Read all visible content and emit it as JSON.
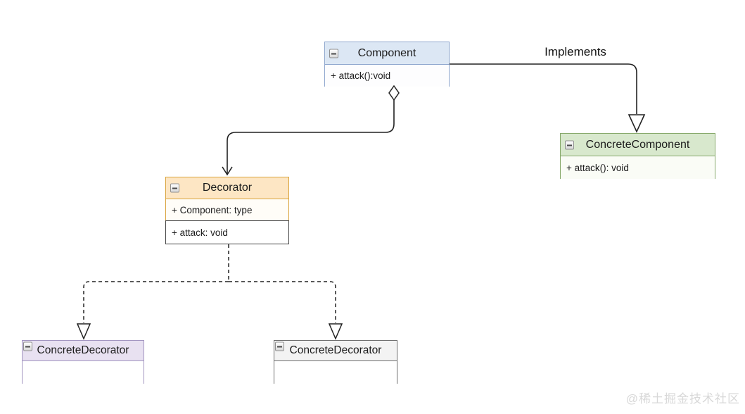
{
  "classes": {
    "component": {
      "name": "Component",
      "members": [
        "+ attack():void"
      ],
      "header_color": "#dce7f4",
      "border_color": "#8fa7ce"
    },
    "concrete_component": {
      "name": "ConcreteComponent",
      "members": [
        "+ attack(): void"
      ],
      "header_color": "#d8e8cd",
      "border_color": "#87a96b"
    },
    "decorator": {
      "name": "Decorator",
      "attributes": [
        "+ Component: type"
      ],
      "methods": [
        "+ attack: void"
      ],
      "header_color": "#fde6c4",
      "border_color": "#d9a33c",
      "method_border_color": "#454545"
    },
    "concrete_decorator_left": {
      "name": "ConcreteDecorator",
      "members": [],
      "header_color": "#e8e1f1",
      "border_color": "#a295c0"
    },
    "concrete_decorator_mid": {
      "name": "ConcreteDecorator",
      "members": [],
      "header_color": "#f3f3f3",
      "border_color": "#6e6e6e"
    }
  },
  "relationships": {
    "implements_label": "Implements",
    "types": [
      "realization (solid, hollow triangle)",
      "aggregation (hollow diamond, open arrow)",
      "realization (dashed, hollow triangle) x2"
    ]
  },
  "watermark": "@稀土掘金技术社区",
  "line_color": "#222222"
}
